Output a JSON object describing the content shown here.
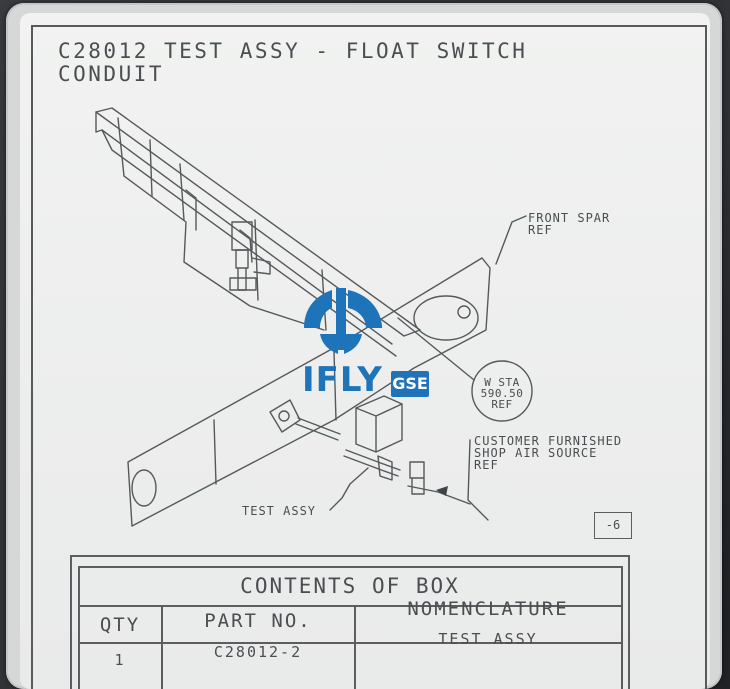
{
  "title_line1": "C28012 TEST ASSY - FLOAT SWITCH",
  "title_line2": "CONDUIT",
  "callouts": {
    "front_spar": [
      "FRONT SPAR",
      "REF"
    ],
    "station": [
      "W STA",
      "590.50",
      "REF"
    ],
    "customer": [
      "CUSTOMER FURNISHED",
      "SHOP AIR SOURCE",
      "REF"
    ],
    "test_assy": "TEST ASSY"
  },
  "sheet_number": "-6",
  "watermark": {
    "brand": "IFLY",
    "suffix": "GSE",
    "color": "#1f73b8"
  },
  "contents_table": {
    "heading": "CONTENTS OF BOX",
    "columns": [
      "QTY",
      "PART NO.",
      "NOMENCLATURE"
    ],
    "rows": [
      {
        "qty": "1",
        "part_no": "C28012-2",
        "nomenclature": "TEST ASSY"
      }
    ]
  }
}
